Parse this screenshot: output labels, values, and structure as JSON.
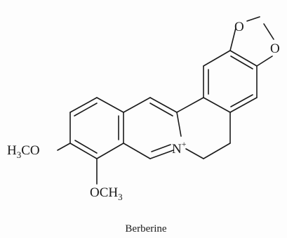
{
  "structure": {
    "caption": "Berberine",
    "labels": {
      "o_top": "O",
      "o_right": "O",
      "n_plus": "N",
      "n_charge": "+",
      "left_methoxy_h": "H",
      "left_methoxy_sub": "3",
      "left_methoxy_co": "CO",
      "bottom_methoxy_och": "OCH",
      "bottom_methoxy_sub": "3"
    }
  }
}
